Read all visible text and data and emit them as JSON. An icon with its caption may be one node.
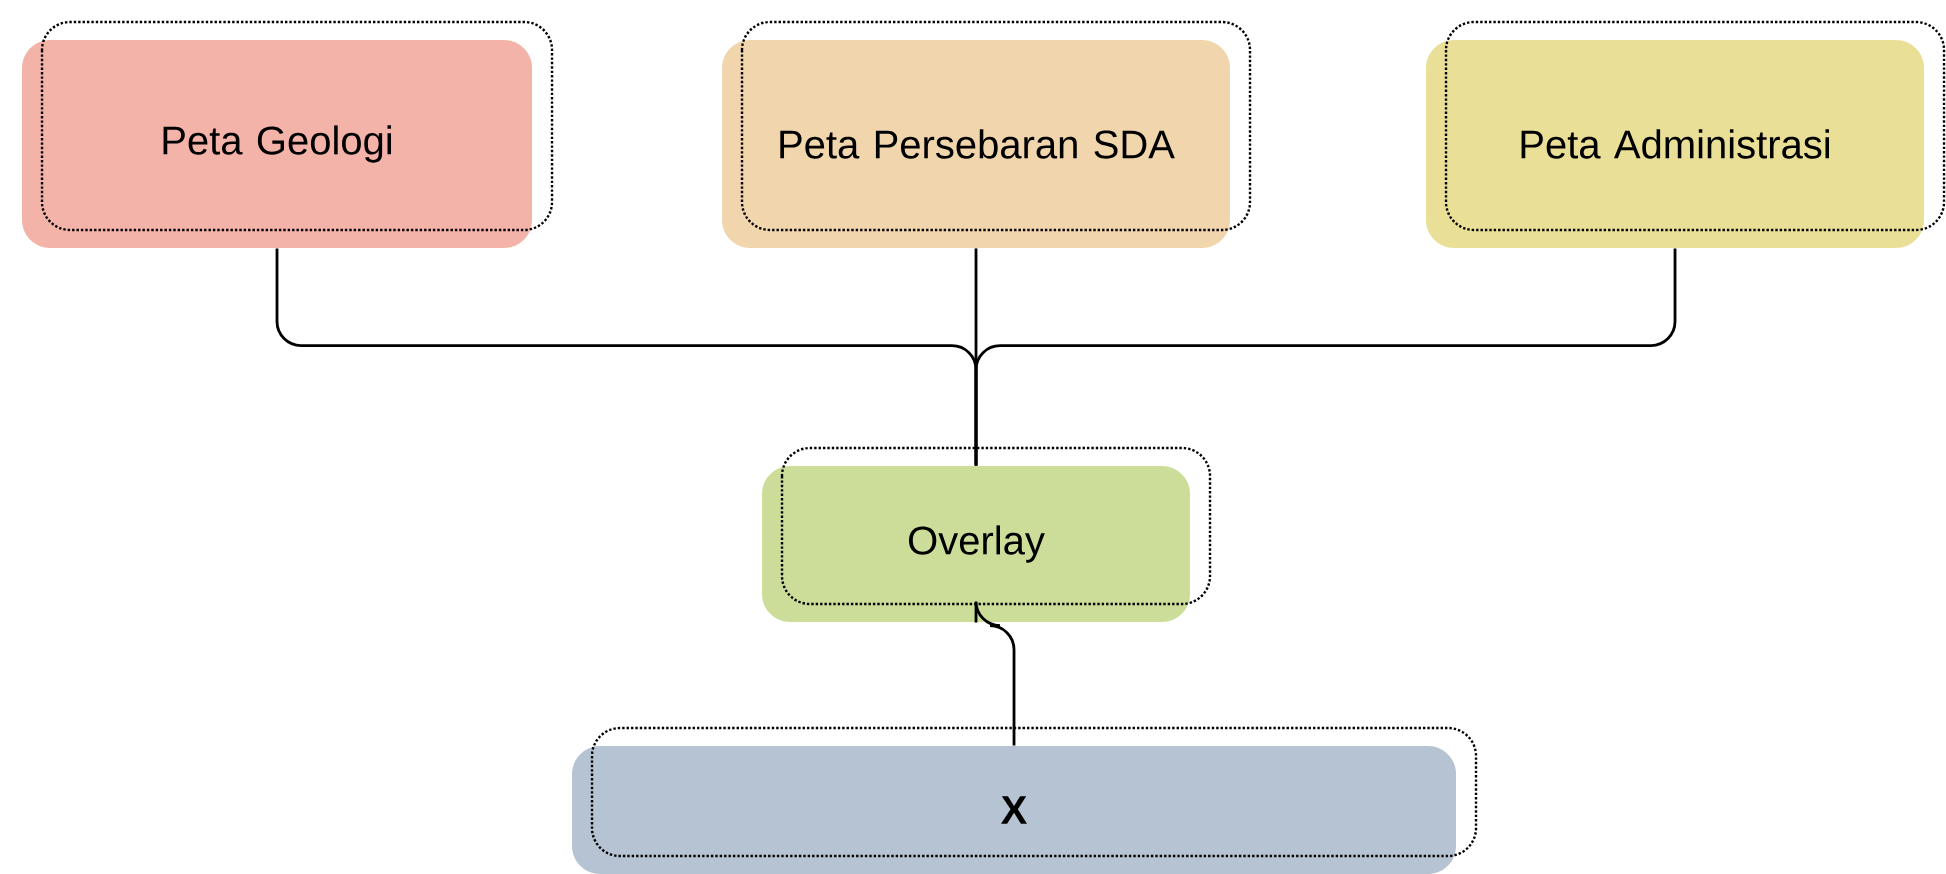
{
  "diagram": {
    "nodes": [
      {
        "text": [
          "Peta Geologi"
        ]
      },
      {
        "text": [
          "Peta Persebaran SDA"
        ]
      },
      {
        "text": [
          "Peta Administrasi"
        ]
      },
      {
        "text": [
          "Overlay"
        ]
      },
      {
        "text": [
          "X"
        ]
      }
    ],
    "edges": [
      {
        "from": 0,
        "to": 3,
        "arrow": "none"
      },
      {
        "from": 1,
        "to": 3,
        "arrow": "none"
      },
      {
        "from": 2,
        "to": 3,
        "arrow": "none"
      },
      {
        "from": 3,
        "to": 4,
        "arrow": "none"
      }
    ]
  }
}
